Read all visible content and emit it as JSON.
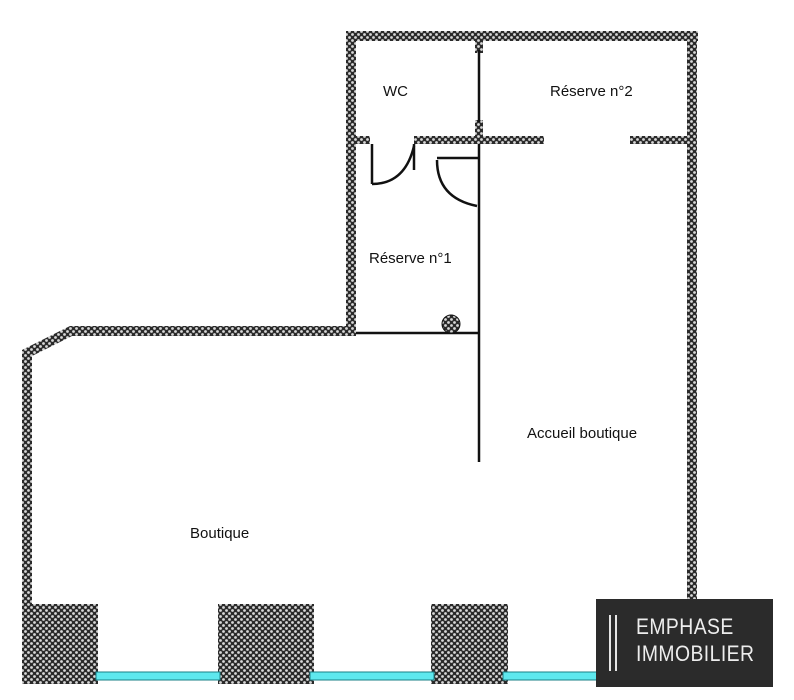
{
  "rooms": {
    "wc": "WC",
    "reserve_2": "Réserve n°2",
    "reserve_1": "Réserve n°1",
    "accueil": "Accueil boutique",
    "boutique": "Boutique"
  },
  "logo": {
    "line1": "EMPHASE",
    "line2": "IMMOBILIER"
  },
  "colors": {
    "wall_fill": "#2a2a2a",
    "wall_pattern": "#d8d8d8",
    "window_glass": "#5ee8ee",
    "partition": "#111111",
    "logo_background": "#2b2b2b",
    "logo_text": "#ededed"
  }
}
